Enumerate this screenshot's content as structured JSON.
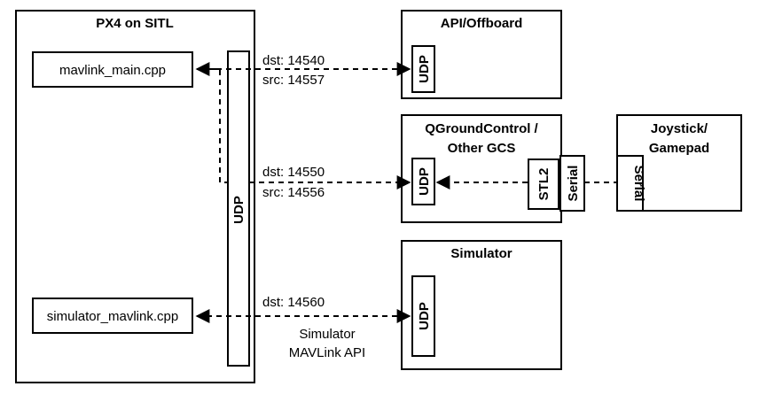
{
  "diagram": {
    "px4": {
      "title": "PX4 on SITL",
      "mavlink_main": "mavlink_main.cpp",
      "simulator_mavlink": "simulator_mavlink.cpp",
      "udp": "UDP"
    },
    "api_offboard": {
      "title": "API/Offboard",
      "udp": "UDP"
    },
    "qgc": {
      "title_line1": "QGroundControl /",
      "title_line2": "Other GCS",
      "udp": "UDP",
      "stl2": "STL2",
      "serial": "Serial"
    },
    "joystick": {
      "title_line1": "Joystick/",
      "title_line2": "Gamepad",
      "serial": "Serial"
    },
    "simulator": {
      "title": "Simulator",
      "udp": "UDP"
    },
    "links": {
      "api": {
        "dst": "dst: 14540",
        "src": "src: 14557"
      },
      "qgc": {
        "dst": "dst: 14550",
        "src": "src: 14556"
      },
      "sim": {
        "dst": "dst: 14560",
        "caption_line1": "Simulator",
        "caption_line2": "MAVLink API"
      }
    },
    "colors": {
      "stroke": "#000000",
      "background": "#ffffff"
    }
  }
}
